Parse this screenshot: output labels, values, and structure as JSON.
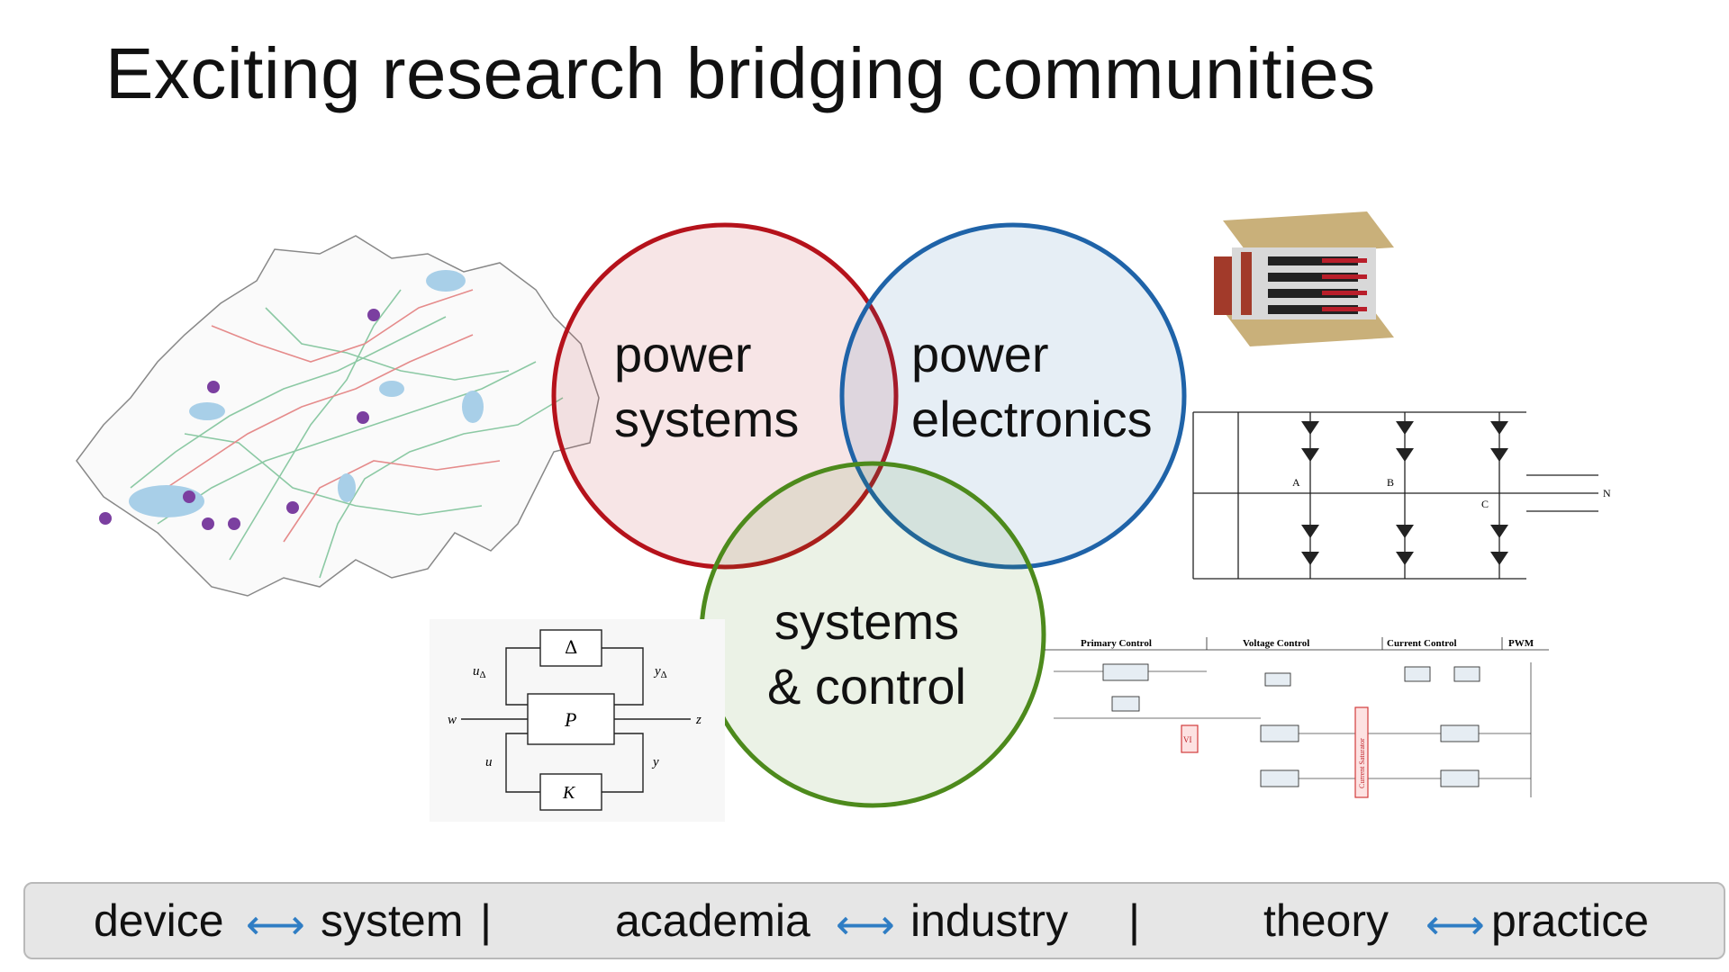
{
  "slide": {
    "title": "Exciting research bridging communities"
  },
  "venn": {
    "power_systems": {
      "line1": "power",
      "line2": "systems",
      "color": "#b5121b",
      "fill": "#f6e3e5"
    },
    "power_electronics": {
      "line1": "power",
      "line2": "electronics",
      "color": "#1f63a8",
      "fill": "#e6eef6"
    },
    "systems_control": {
      "line1": "systems",
      "line2": "& control",
      "color": "#4d8a1c",
      "fill": "#eef3e4"
    }
  },
  "feedback_diagram": {
    "delta": "Δ",
    "plant": "P",
    "controller": "K",
    "u_delta": "u",
    "u_delta_sub": "Δ",
    "y_delta": "y",
    "y_delta_sub": "Δ",
    "w": "w",
    "z": "z",
    "u": "u",
    "y": "y"
  },
  "control_diagram": {
    "headers": [
      "Primary Control",
      "Voltage Control",
      "Current Control",
      "PWM"
    ],
    "vi_label": "VI",
    "saturation_label": "Current Saturator"
  },
  "inverter": {
    "node_a": "A",
    "node_b": "B",
    "node_c": "C",
    "node_n": "N"
  },
  "footer": {
    "left_a": "device",
    "left_b": "system",
    "mid_a": "academia",
    "mid_b": "industry",
    "right_a": "theory",
    "right_b": "practice",
    "arrow": "⟷",
    "separator": "|"
  }
}
